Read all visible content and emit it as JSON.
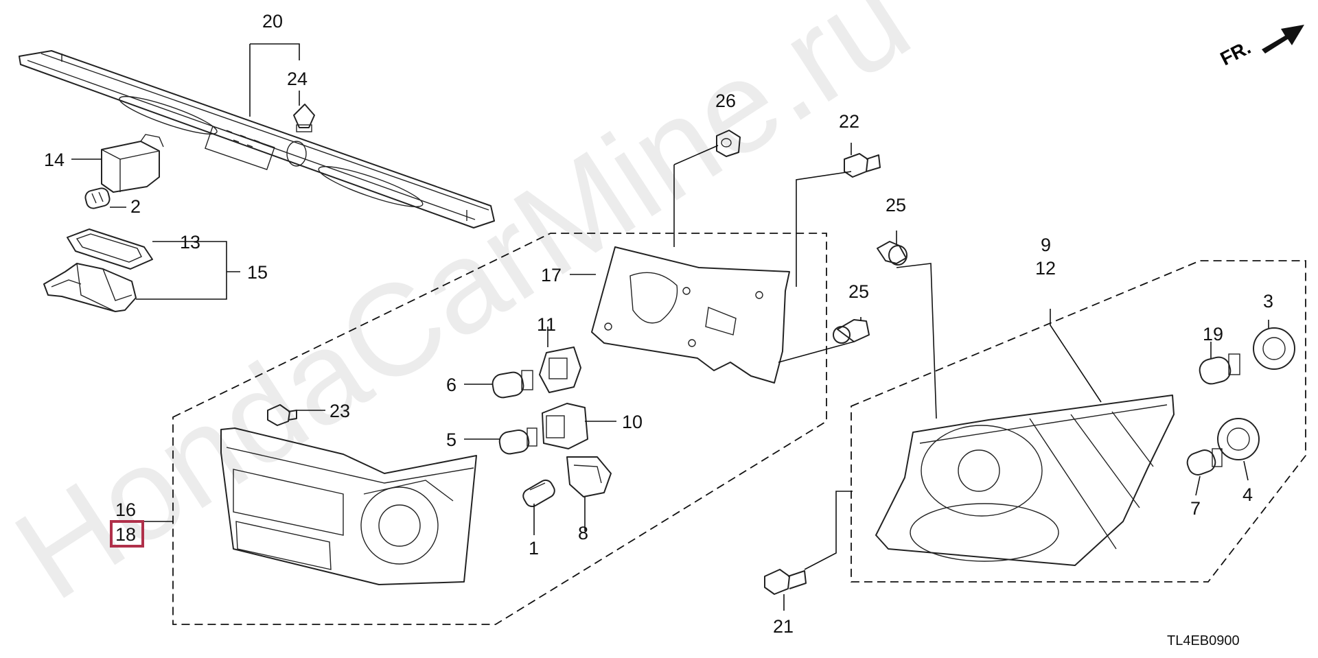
{
  "diagram": {
    "code": "TL4EB0900",
    "direction_label": "FR.",
    "watermark": "HondaCarMine.ru",
    "highlight_color": "#b0304a",
    "callouts": {
      "c1": "1",
      "c2": "2",
      "c3": "3",
      "c4": "4",
      "c5": "5",
      "c6": "6",
      "c7": "7",
      "c8": "8",
      "c9": "9",
      "c10": "10",
      "c11": "11",
      "c12": "12",
      "c13": "13",
      "c14": "14",
      "c15": "15",
      "c16": "16",
      "c17": "17",
      "c18": "18",
      "c19": "19",
      "c20": "20",
      "c21": "21",
      "c22": "22",
      "c23": "23",
      "c24": "24",
      "c25a": "25",
      "c25b": "25",
      "c26": "26"
    }
  }
}
